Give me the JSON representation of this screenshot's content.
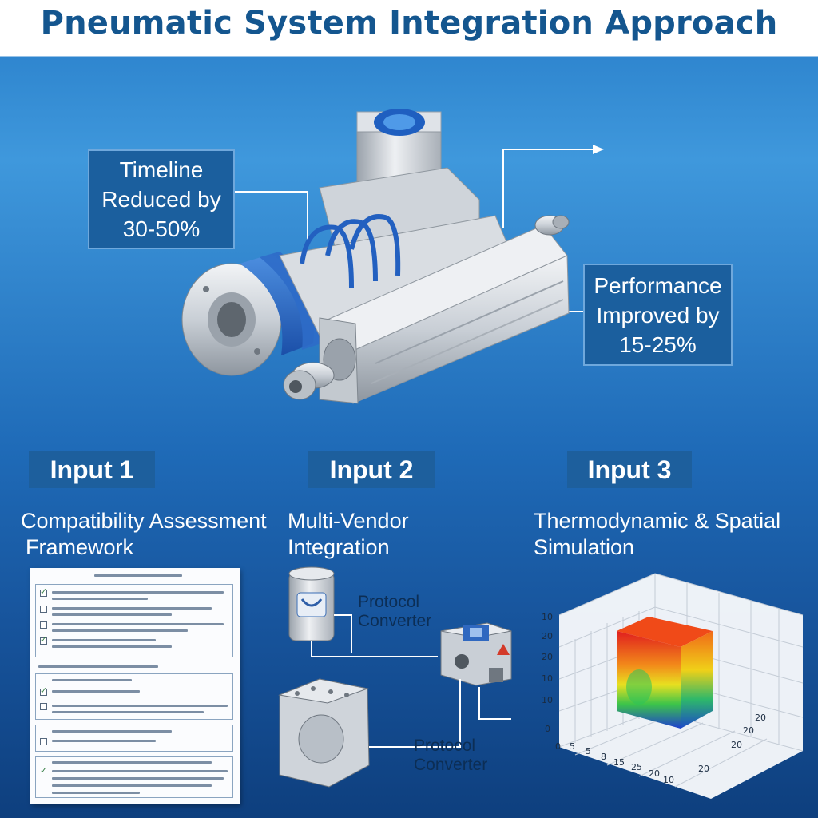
{
  "title": "Pneumatic System Integration Approach",
  "callouts": {
    "left": [
      "Timeline",
      "Reduced by",
      "30-50%"
    ],
    "right": [
      "Performance",
      "Improved by",
      "15-25%"
    ]
  },
  "inputs": [
    {
      "badge": "Input 1",
      "subtitle": [
        "Compatibility Assessment",
        "Framework"
      ]
    },
    {
      "badge": "Input 2",
      "subtitle": [
        "Multi-Vendor",
        "Integration"
      ]
    },
    {
      "badge": "Input 3",
      "subtitle": [
        "Thermodynamic & Spatial",
        "Simulation"
      ]
    }
  ],
  "protocol_converters": [
    [
      "Protocol",
      "Converter"
    ],
    [
      "Protocol",
      "Converter"
    ]
  ],
  "simulation_ticks": {
    "vertical": [
      "10",
      "20",
      "20",
      "10",
      "10",
      "0"
    ],
    "bottom_left": [
      "0",
      "5",
      "5",
      "8",
      "15",
      "25",
      "20",
      "10"
    ],
    "bottom_right": [
      "20",
      "20",
      "20",
      "20"
    ]
  },
  "colors": {
    "accent_blue": "#1b5f9e",
    "title_blue": "#14568f",
    "badge_blue": "#1d5f9d",
    "check_green": "#2f7a3e",
    "heat_red": "#e02020",
    "heat_blue": "#1e3fcf"
  },
  "icons": [
    "pneumatic-cylinder-icon",
    "arrow-right-icon",
    "protocol-converter-icon",
    "checkbox-icon",
    "heatmap-cube-icon"
  ]
}
